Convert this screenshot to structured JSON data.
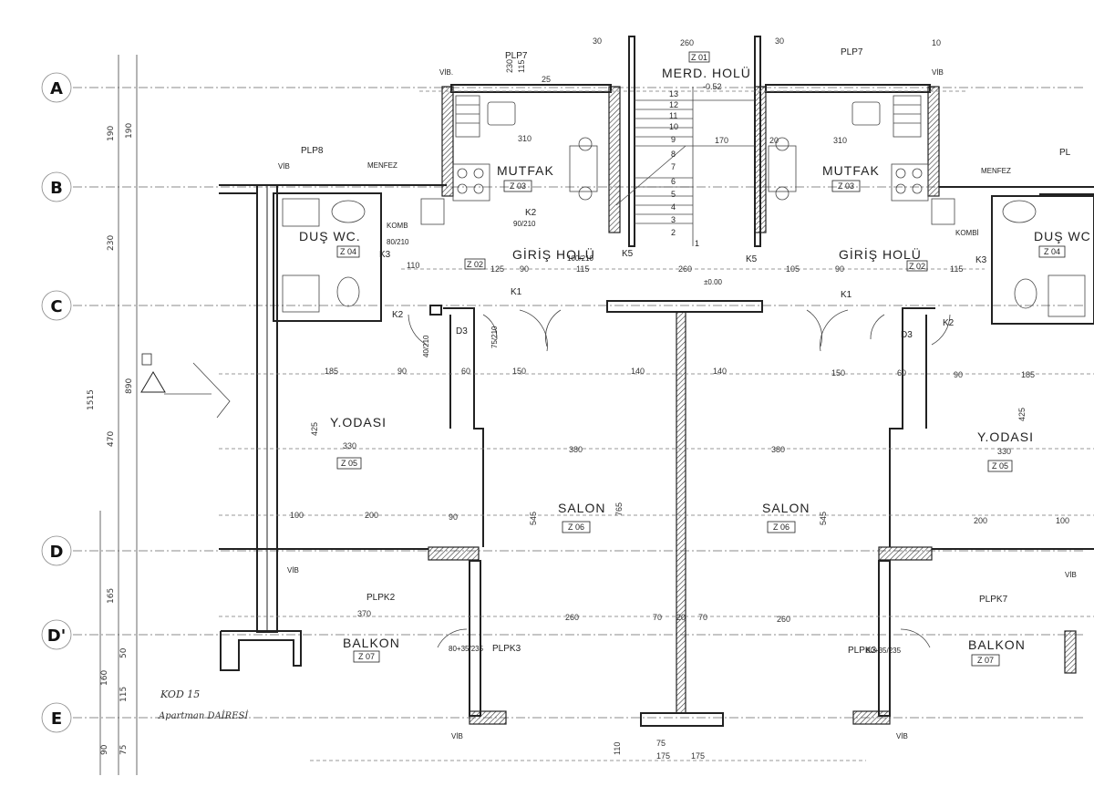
{
  "axes": [
    {
      "id": "axis-a",
      "label": "A"
    },
    {
      "id": "axis-b",
      "label": "B"
    },
    {
      "id": "axis-c",
      "label": "C"
    },
    {
      "id": "axis-d",
      "label": "D"
    },
    {
      "id": "axis-d2",
      "label": "D'"
    },
    {
      "id": "axis-e",
      "label": "E"
    }
  ],
  "rooms": [
    {
      "name": "MUTFAK",
      "code": "Z 03"
    },
    {
      "name": "MUTFAK",
      "code": "Z 03"
    },
    {
      "name": "DUŞ WC.",
      "code": "Z 04"
    },
    {
      "name": "DUŞ WC",
      "code": "Z 04"
    },
    {
      "name": "MERD. HOLÜ",
      "code": "Z 01"
    },
    {
      "name": "GİRİŞ HOLÜ",
      "code": "Z 02"
    },
    {
      "name": "GİRİŞ HOLÜ",
      "code": "Z 02"
    },
    {
      "name": "Y.ODASI",
      "code": "Z 05"
    },
    {
      "name": "Y.ODASI",
      "code": "Z 05"
    },
    {
      "name": "SALON",
      "code": "Z 06"
    },
    {
      "name": "SALON",
      "code": "Z 06"
    },
    {
      "name": "BALKON",
      "code": "Z 07"
    },
    {
      "name": "BALKON",
      "code": "Z 07"
    }
  ],
  "labels": {
    "plp7_left": "PLP7",
    "plp7_right": "PLP7",
    "plp8": "PLP8",
    "pl_right": "PL",
    "menfez_left": "MENFEZ",
    "menfez_right": "MENFEZ",
    "komb_left": "KOMB",
    "komb_right": "KOMBİ",
    "vib_top_left": "VİB.",
    "vib_top_right": "VİB",
    "vib_left": "VİB",
    "vib_d_left": "VİB",
    "vib_d_right": "VİB",
    "vib_bottom_left": "VİB",
    "vib_bottom_right": "VİB",
    "k1_left": "K1",
    "k1_right": "K1",
    "k2_left": "K2",
    "k2_left_b": "K2",
    "k2_right": "K2",
    "k3_left": "K3",
    "k3_right": "K3",
    "k5_left": "K5",
    "k5_right": "K5",
    "d3_left": "D3",
    "d3_right": "D3",
    "plpk2_left": "PLPK2",
    "plpk2_right": "PLPK7",
    "plpk3_left": "PLPK3",
    "plpk3_right": "PLPK3",
    "stair_level": "-0.52",
    "zero_level": "±0.00",
    "door_90_210": "90/210",
    "door_80_210": "80/210",
    "door_75_210": "75/210",
    "door_40_210": "40/210",
    "door_100_210": "100/210",
    "win_80_235": "80+35/235",
    "win_80_235_r": "80+35/235"
  },
  "dims": {
    "top_260": "260",
    "top_30a": "30",
    "top_30b": "30",
    "top_10": "10",
    "top_230": "230",
    "top_115": "115",
    "top_25": "25",
    "mut_310": "310",
    "mut_310_r": "310",
    "st_170": "170",
    "st_20": "20",
    "gh_125": "125",
    "gh_90": "90",
    "gh_115": "115",
    "gh_260": "260",
    "gh_105": "105",
    "gh_90r": "90",
    "gh_110": "110",
    "gh_115r": "115",
    "row_185": "185",
    "row_90": "90",
    "row_60": "60",
    "row_150": "150",
    "row_140": "140",
    "row_140r": "140",
    "row_150r": "150",
    "row_60r": "60",
    "row_90r": "90",
    "row_185r": "185",
    "yo_330": "330",
    "yo_330r": "330",
    "yo_425": "425",
    "yo_425r": "425",
    "sal_380": "380",
    "sal_380r": "380",
    "sal_545": "545",
    "sal_765": "765",
    "sal_545r": "545",
    "b_100": "100",
    "b_200": "200",
    "b_90": "90",
    "b_200r": "200",
    "b_100r": "100",
    "bal_370": "370",
    "bal_260": "260",
    "bal_70": "70",
    "bal_20": "20",
    "bal_70r": "70",
    "bal_260r": "260",
    "bot_75": "75",
    "bot_175": "175",
    "bot_110": "110",
    "bot_175b": "175",
    "side_190a": "190",
    "side_190b": "190",
    "side_230": "230",
    "side_1515": "1515",
    "side_890": "890",
    "side_470": "470",
    "side_165": "165",
    "side_50": "50",
    "side_115": "115",
    "side_160": "160",
    "side_90": "90",
    "side_75": "75",
    "stair_nums": [
      "13",
      "12",
      "11",
      "10",
      "9",
      "8",
      "7",
      "6",
      "5",
      "4",
      "3",
      "2",
      "1"
    ]
  },
  "note": {
    "line1": "KOD 15",
    "line2": "Apartman DAİRESİ"
  }
}
